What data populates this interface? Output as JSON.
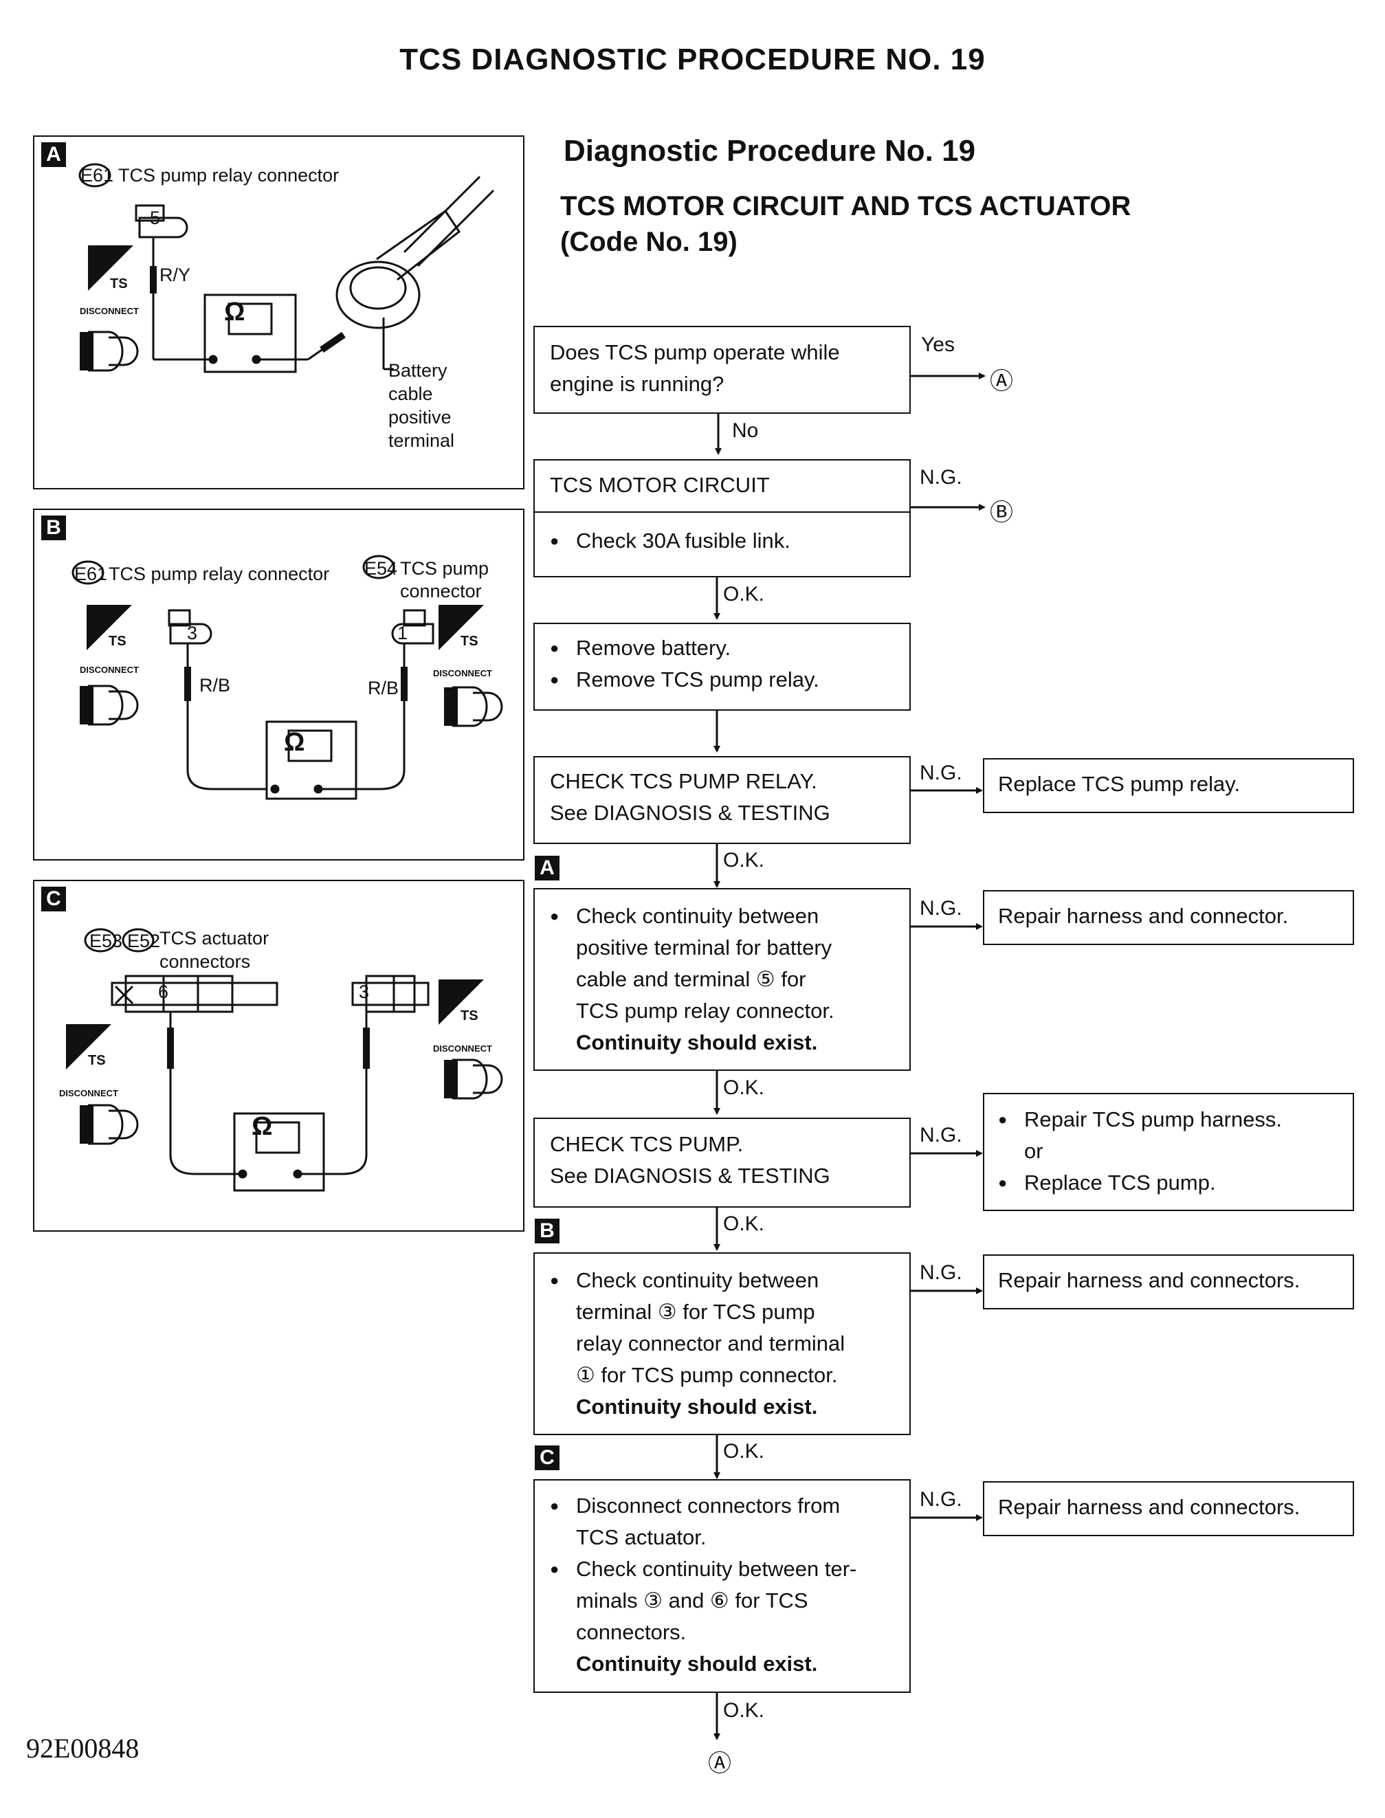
{
  "page": {
    "title": "TCS DIAGNOSTIC PROCEDURE NO. 19",
    "heading": "Diagnostic Procedure No. 19",
    "subheading_line1": "TCS MOTOR CIRCUIT AND TCS ACTUATOR",
    "subheading_line2": "(Code No. 19)",
    "figure_code": "92E00848"
  },
  "flow": {
    "q1": {
      "line1": "Does TCS pump operate while",
      "line2": "engine is running?"
    },
    "yes_label": "Yes",
    "no_label": "No",
    "ng_label": "N.G.",
    "ok_label": "O.K.",
    "goto_a": "Ⓐ",
    "goto_b": "Ⓑ",
    "motor_circuit": {
      "title": "TCS MOTOR CIRCUIT",
      "item": "Check 30A fusible link."
    },
    "remove": {
      "item1": "Remove battery.",
      "item2": "Remove TCS pump relay."
    },
    "relay_check": {
      "line1": "CHECK TCS PUMP RELAY.",
      "line2": "See DIAGNOSIS & TESTING"
    },
    "relay_result": "Replace TCS pump relay.",
    "step_a": {
      "tag": "A",
      "line1": "Check continuity between",
      "line2": "positive terminal for battery",
      "line3": "cable and terminal ⑤ for",
      "line4": "TCS pump relay connector.",
      "line5": "Continuity should exist."
    },
    "step_a_result": "Repair harness and connector.",
    "pump_check": {
      "line1": "CHECK TCS PUMP.",
      "line2": "See DIAGNOSIS & TESTING"
    },
    "pump_result": {
      "item1": "Repair TCS pump harness.",
      "or": "or",
      "item2": "Replace TCS pump."
    },
    "step_b": {
      "tag": "B",
      "line1": "Check continuity between",
      "line2": "terminal ③ for TCS pump",
      "line3": "relay connector and terminal",
      "line4": "① for TCS pump connector.",
      "line5": "Continuity should exist."
    },
    "step_b_result": "Repair harness and connectors.",
    "step_c": {
      "tag": "C",
      "item1_line1": "Disconnect connectors from",
      "item1_line2": "TCS actuator.",
      "item2_line1": "Check continuity between ter-",
      "item2_line2": "minals ③ and ⑥ for TCS",
      "item2_line3": "connectors.",
      "line_bold": "Continuity should exist."
    },
    "step_c_result": "Repair harness and connectors."
  },
  "panels": {
    "a": {
      "tag": "A",
      "connector_code": "E61",
      "connector_label": "TCS pump relay connector",
      "terminal": "5",
      "wire": "R/Y",
      "meter": "Ω",
      "battery_label": [
        "Battery",
        "cable",
        "positive",
        "terminal"
      ],
      "ts": "TS",
      "disconnect": "DISCONNECT"
    },
    "b": {
      "tag": "B",
      "connector1_code": "E61",
      "connector1_label": "TCS pump relay connector",
      "connector2_code": "E54",
      "connector2_label_line1": "TCS pump",
      "connector2_label_line2": "connector",
      "terminal1": "3",
      "terminal2": "1",
      "wire1": "R/B",
      "wire2": "R/B",
      "meter": "Ω",
      "ts": "TS",
      "disconnect": "DISCONNECT"
    },
    "c": {
      "tag": "C",
      "connector1_code": "E53",
      "connector2_code": "E52",
      "label_line1": "TCS actuator",
      "label_line2": "connectors",
      "terminal1": "6",
      "terminal2": "3",
      "meter": "Ω",
      "ts": "TS",
      "disconnect": "DISCONNECT"
    }
  }
}
